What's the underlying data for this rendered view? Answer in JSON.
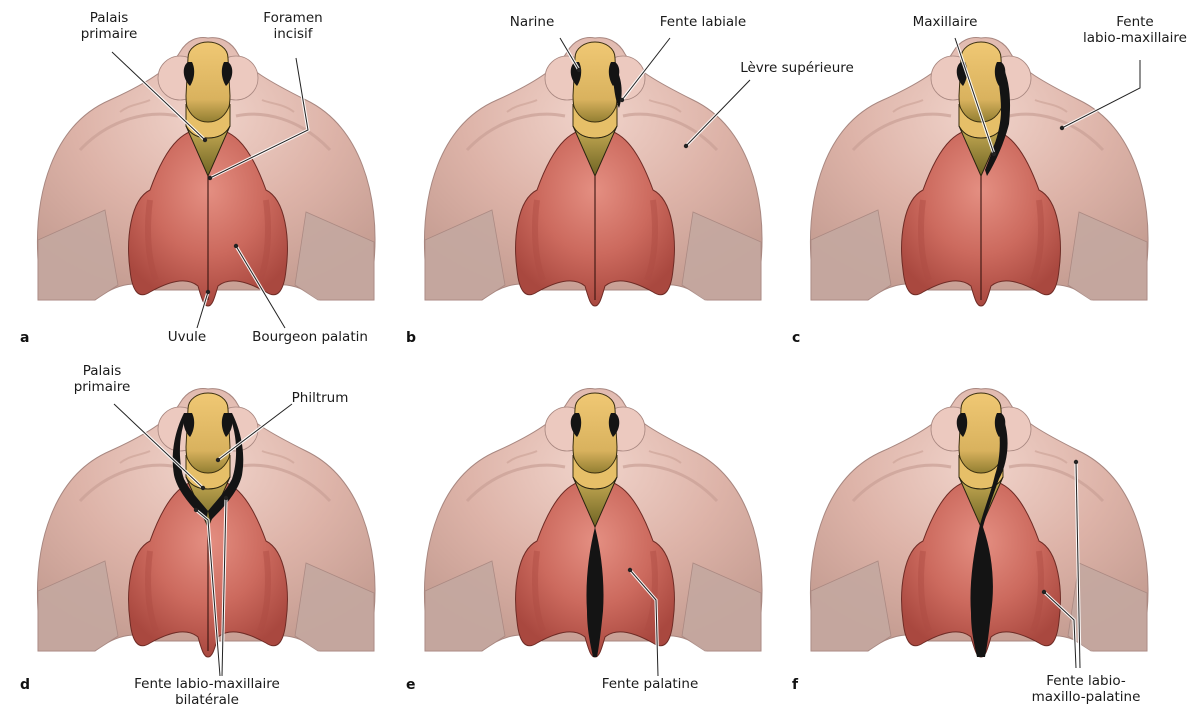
{
  "panels": [
    {
      "letter": "a",
      "cleft": "none",
      "labels": {
        "palais_primaire": "Palais\nprimaire",
        "foramen_incisif": "Foramen\nincisif",
        "uvule": "Uvule",
        "bourgeon_palatin": "Bourgeon palatin"
      }
    },
    {
      "letter": "b",
      "cleft": "lip-unilateral",
      "labels": {
        "narine": "Narine",
        "fente_labiale": "Fente labiale",
        "levre_superieure": "Lèvre supérieure"
      }
    },
    {
      "letter": "c",
      "cleft": "lip-maxilla-unilateral",
      "labels": {
        "maxillaire": "Maxillaire",
        "fente_labio_maxillaire": "Fente\nlabio-maxillaire"
      }
    },
    {
      "letter": "d",
      "cleft": "lip-maxilla-bilateral",
      "labels": {
        "palais_primaire": "Palais\nprimaire",
        "philtrum": "Philtrum",
        "fente_bilaterale": "Fente labio-maxillaire\nbilatérale"
      }
    },
    {
      "letter": "e",
      "cleft": "palate",
      "labels": {
        "fente_palatine": "Fente palatine"
      }
    },
    {
      "letter": "f",
      "cleft": "lip-maxilla-palate",
      "labels": {
        "fente_labio_maxillo_palatine": "Fente labio-\nmaxillo-palatine"
      }
    }
  ],
  "colors": {
    "skin": "#ddb3a8",
    "skin_shadow": "#c9a095",
    "skin_light": "#ecc9bf",
    "face_edge": "#a88780",
    "jaw": "#c4a8a0",
    "palate": "#c8695e",
    "palate_dark": "#ad4c43",
    "palate_light": "#e08f82",
    "primary_palate": "#e8c06a",
    "primary_palate_dark": "#a39038",
    "cleft": "#141414",
    "leader": "#222222"
  }
}
